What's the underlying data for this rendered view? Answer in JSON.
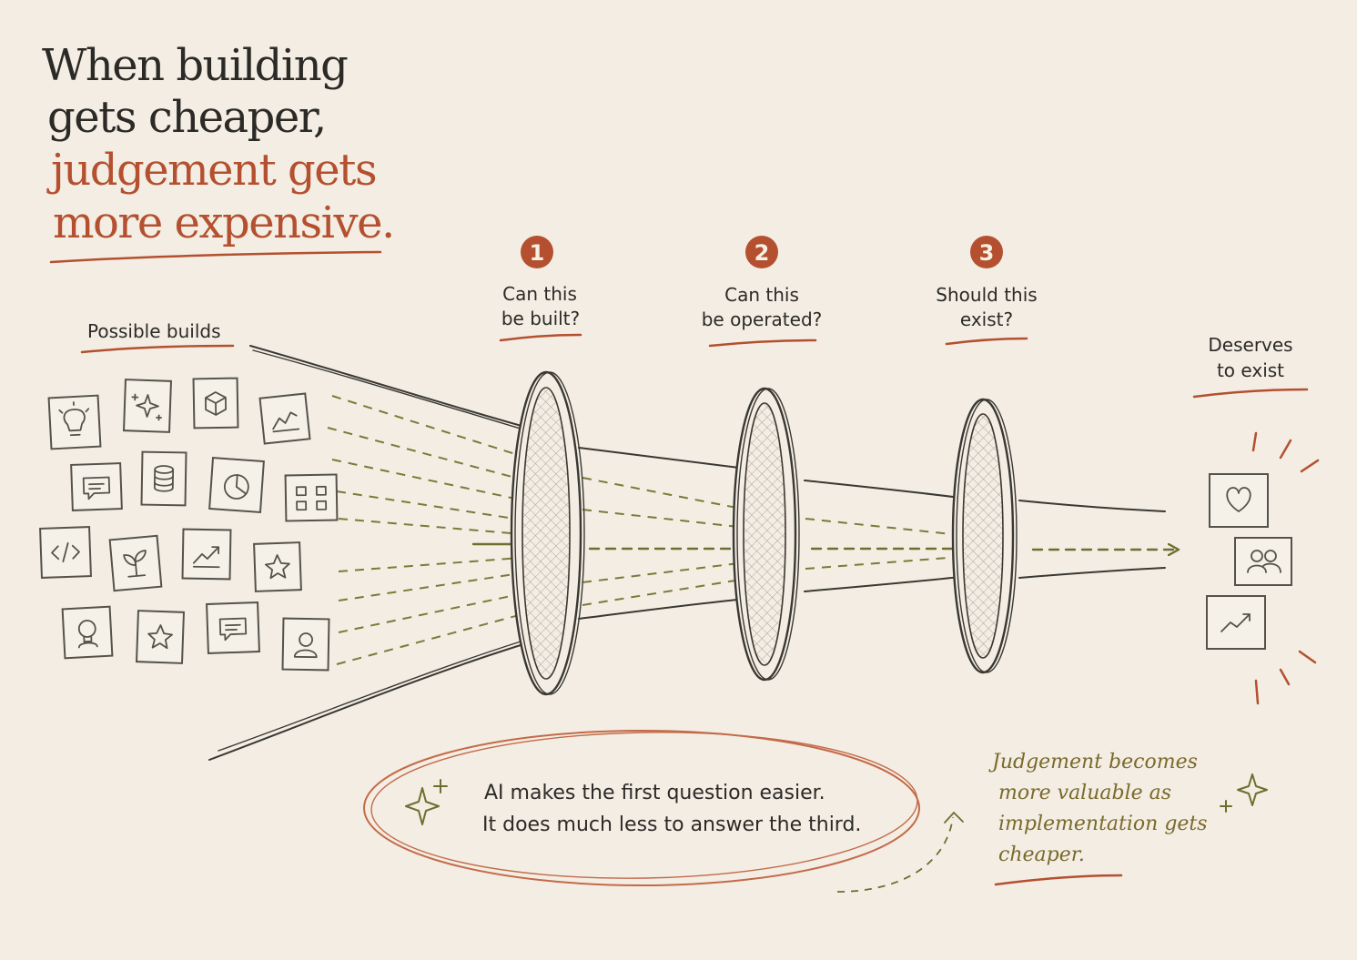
{
  "title": {
    "line1": "When building",
    "line2": "gets cheaper,",
    "line3": "judgement gets",
    "line4": "more expensive."
  },
  "labels": {
    "possible_builds": "Possible builds",
    "deserves_line1": "Deserves",
    "deserves_line2": "to exist"
  },
  "steps": [
    {
      "number": "1",
      "line1": "Can this",
      "line2": "be built?"
    },
    {
      "number": "2",
      "line1": "Can this",
      "line2": "be operated?"
    },
    {
      "number": "3",
      "line1": "Should this",
      "line2": "exist?"
    }
  ],
  "callout": {
    "line1": "AI makes the first question easier.",
    "line2": "It does much less to answer the third."
  },
  "note": {
    "line1": "Judgement becomes",
    "line2": "more valuable as",
    "line3": "implementation gets",
    "line4": "cheaper."
  },
  "colors": {
    "background": "#f3ede3",
    "accent": "#b4502f",
    "olive": "#7b7a3a",
    "ink": "#3a3833"
  },
  "icons": {
    "input": [
      "lightbulb-icon",
      "sparkle-icon",
      "cube-icon",
      "line-chart-icon",
      "chat-icon",
      "database-icon",
      "pie-chart-icon",
      "layout-grid-icon",
      "code-icon",
      "sprout-icon",
      "trend-up-icon",
      "star-icon",
      "idea-person-icon",
      "star-icon",
      "chat-icon",
      "user-icon"
    ],
    "output": [
      "heart-icon",
      "people-icon",
      "trend-up-icon"
    ]
  }
}
